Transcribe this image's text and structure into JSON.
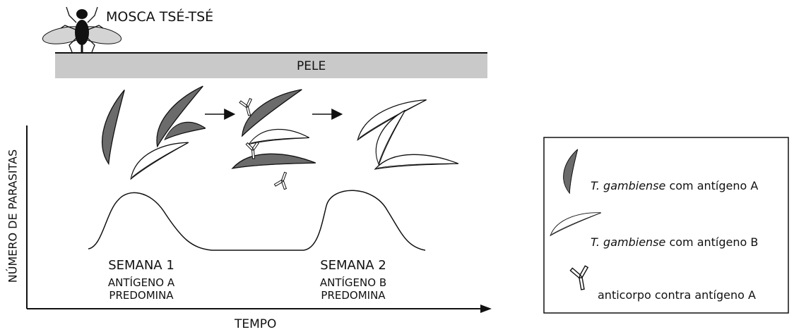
{
  "fly_label": "MOSCA TSÉ-TSÉ",
  "skin_label": "PELE",
  "y_axis_label": "NÚMERO DE PARASITAS",
  "x_axis_label": "TEMPO",
  "week1": {
    "title": "SEMANA 1",
    "line1": "ANTÍGENO A",
    "line2": "PREDOMINA"
  },
  "week2": {
    "title": "SEMANA 2",
    "line1": "ANTÍGENO B",
    "line2": "PREDOMINA"
  },
  "legend": {
    "item_a": {
      "species": "T. gambiense",
      "text": " com antígeno A"
    },
    "item_b": {
      "species": "T. gambiense",
      "text": " com antígeno B"
    },
    "item_c": {
      "text": "anticorpo contra antígeno A"
    }
  },
  "colors": {
    "parasite_a_fill": "#6b6b6b",
    "parasite_b_fill": "#ffffff",
    "skin_fill": "#c9c9c9",
    "ink": "#111111"
  },
  "icons": [
    "fly-icon",
    "parasite-a-icon",
    "parasite-b-icon",
    "antibody-icon",
    "arrow-icon"
  ]
}
